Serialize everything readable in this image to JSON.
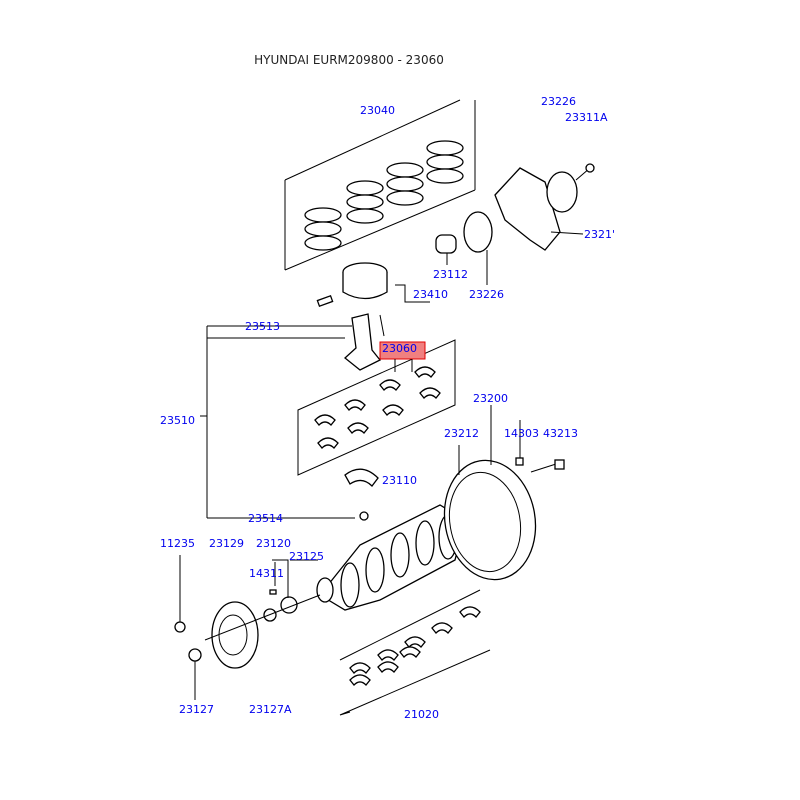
{
  "title": "HYUNDAI EURM209800 - 23060",
  "highlight_color": "#f08080",
  "label_color": "#0000ee",
  "selected_part": "23060",
  "parts": [
    {
      "id": "p23040",
      "label": "23040"
    },
    {
      "id": "p23226a",
      "label": "23226"
    },
    {
      "id": "p23311A",
      "label": "23311A"
    },
    {
      "id": "p23211",
      "label": "2321'"
    },
    {
      "id": "p23112",
      "label": "23112"
    },
    {
      "id": "p23410",
      "label": "23410"
    },
    {
      "id": "p23226b",
      "label": "23226"
    },
    {
      "id": "p23513",
      "label": "23513"
    },
    {
      "id": "p23060",
      "label": "23060"
    },
    {
      "id": "p23510",
      "label": "23510"
    },
    {
      "id": "p23200",
      "label": "23200"
    },
    {
      "id": "p23212",
      "label": "23212"
    },
    {
      "id": "p14303",
      "label": "14303"
    },
    {
      "id": "p43213",
      "label": "43213"
    },
    {
      "id": "p23110",
      "label": "23110"
    },
    {
      "id": "p23514",
      "label": "23514"
    },
    {
      "id": "p11235",
      "label": "11235"
    },
    {
      "id": "p23129",
      "label": "23129"
    },
    {
      "id": "p23120",
      "label": "23120"
    },
    {
      "id": "p23125",
      "label": "23125"
    },
    {
      "id": "p14311",
      "label": "14311"
    },
    {
      "id": "p23127",
      "label": "23127"
    },
    {
      "id": "p23127A",
      "label": "23127A"
    },
    {
      "id": "p21020",
      "label": "21020"
    }
  ]
}
